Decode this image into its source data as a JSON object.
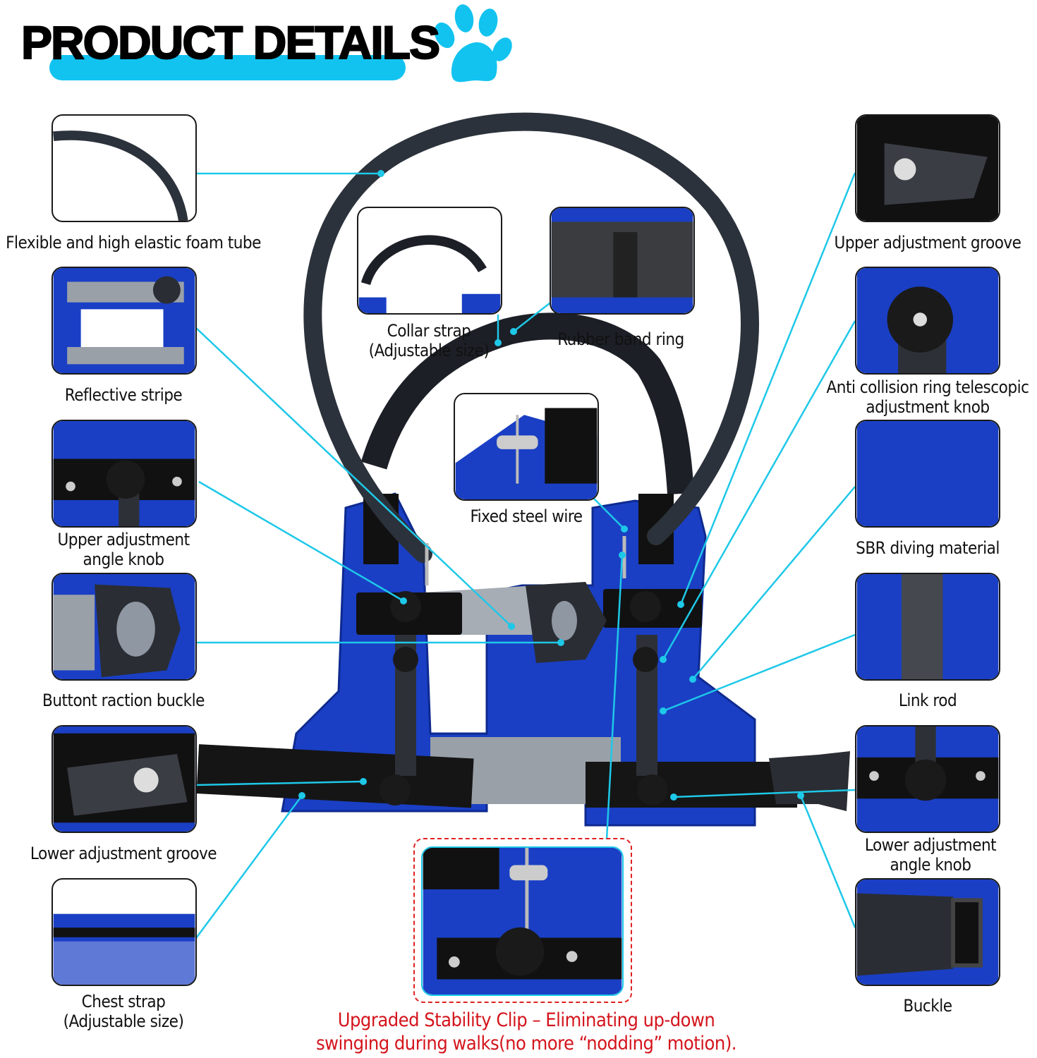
{
  "header": {
    "title": "PRODUCT DETAILS",
    "icon": "paw-icon",
    "accent": "#12c3f0"
  },
  "left_labels": [
    {
      "lines": [
        "Flexible and high elastic foam tube"
      ]
    },
    {
      "lines": [
        "Reflective stripe"
      ]
    },
    {
      "lines": [
        "Upper adjustment",
        "angle knob"
      ]
    },
    {
      "lines": [
        "Buttont raction buckle"
      ]
    },
    {
      "lines": [
        "Lower adjustment groove"
      ]
    },
    {
      "lines": [
        "Chest strap",
        "(Adjustable size)"
      ]
    }
  ],
  "right_labels": [
    {
      "lines": [
        "Upper adjustment groove"
      ]
    },
    {
      "lines": [
        "Anti collision ring telescopic",
        "adjustment knob"
      ]
    },
    {
      "lines": [
        "SBR diving material"
      ]
    },
    {
      "lines": [
        "Link rod"
      ]
    },
    {
      "lines": [
        "Lower adjustment",
        "angle knob"
      ]
    },
    {
      "lines": [
        "Buckle"
      ]
    }
  ],
  "center_labels": {
    "collar": [
      "Collar strap",
      "(Adjustable size)"
    ],
    "rubber": "Rubber band ring",
    "wire": "Fixed steel wire"
  },
  "callout": {
    "lines": [
      "Upgraded Stability Clip  –  Eliminating up-down",
      "swinging during walks(no more “nodding”  motion)."
    ],
    "color": "#d4141c"
  }
}
